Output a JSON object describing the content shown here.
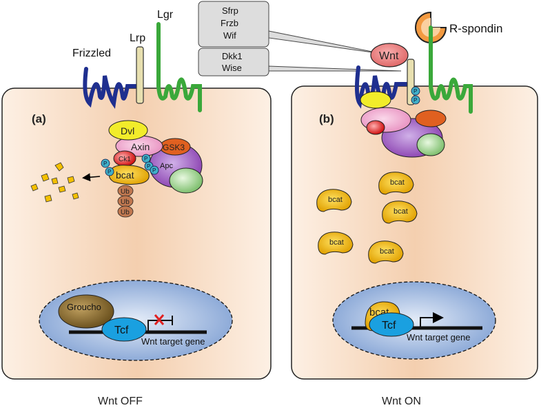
{
  "labels": {
    "frizzled": "Frizzled",
    "lrp": "Lrp",
    "lgr": "Lgr",
    "r_spondin": "R-spondin",
    "wnt": "Wnt",
    "panel_a": "(a)",
    "panel_b": "(b)",
    "dvl": "Dvl",
    "axin": "Axin",
    "gsk3": "GSK3",
    "ck1": "Ck1",
    "apc": "Apc",
    "bcat": "bcat",
    "phospho": "P",
    "ub": "Ub",
    "groucho": "Groucho",
    "tcf": "Tcf",
    "target_gene": "Wnt target gene",
    "wnt_off": "Wnt OFF",
    "wnt_on": "Wnt ON"
  },
  "callouts": {
    "inhibitors_top": [
      "Sfrp",
      "Frzb",
      "Wif"
    ],
    "inhibitors_bottom": [
      "Dkk1",
      "Wise"
    ]
  },
  "colors": {
    "cytoplasm": "#f8dcc4",
    "nucleus": "#8aa8d8",
    "frizzled": "#1f2f8f",
    "lgr": "#3aa83a",
    "lrp": "#e8e0b0",
    "wnt": "#e88080",
    "bcat": "#f5c000",
    "tcf": "#1aa0e0",
    "groucho": "#8a7030",
    "axin": "#f0a0c8",
    "apc": "#9050b0",
    "gsk3": "#e06020",
    "ck1": "#e02020",
    "ub": "#c07850",
    "phospho": "#40b0c8",
    "repression_mark": "#e02020"
  }
}
